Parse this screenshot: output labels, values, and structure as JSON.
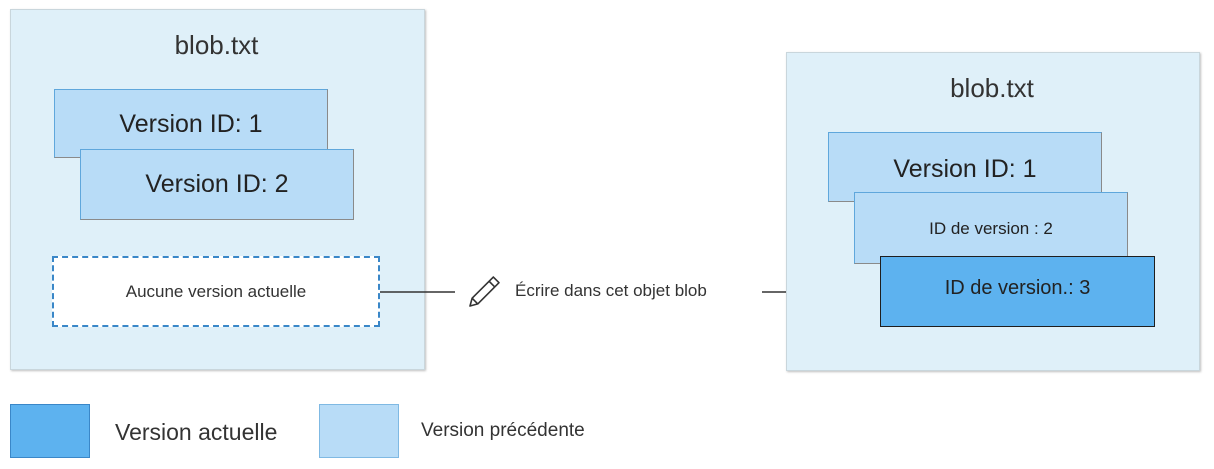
{
  "left_blob": {
    "title": "blob.txt",
    "versions": [
      "Version ID: 1",
      "Version ID: 2"
    ],
    "current_placeholder": "Aucune version actuelle"
  },
  "action": {
    "label": "Écrire dans cet objet blob",
    "icon": "pencil-icon"
  },
  "right_blob": {
    "title": "blob.txt",
    "versions": [
      "Version ID: 1",
      "ID de version : 2"
    ],
    "current_version": "ID de version.: 3"
  },
  "legend": {
    "current_label": "Version actuelle",
    "previous_label": "Version précédente"
  },
  "colors": {
    "current_version": "#5db2ef",
    "previous_version": "#b8dcf7",
    "panel_background": "#dff0f9",
    "dashed_border": "#3a87c8"
  }
}
